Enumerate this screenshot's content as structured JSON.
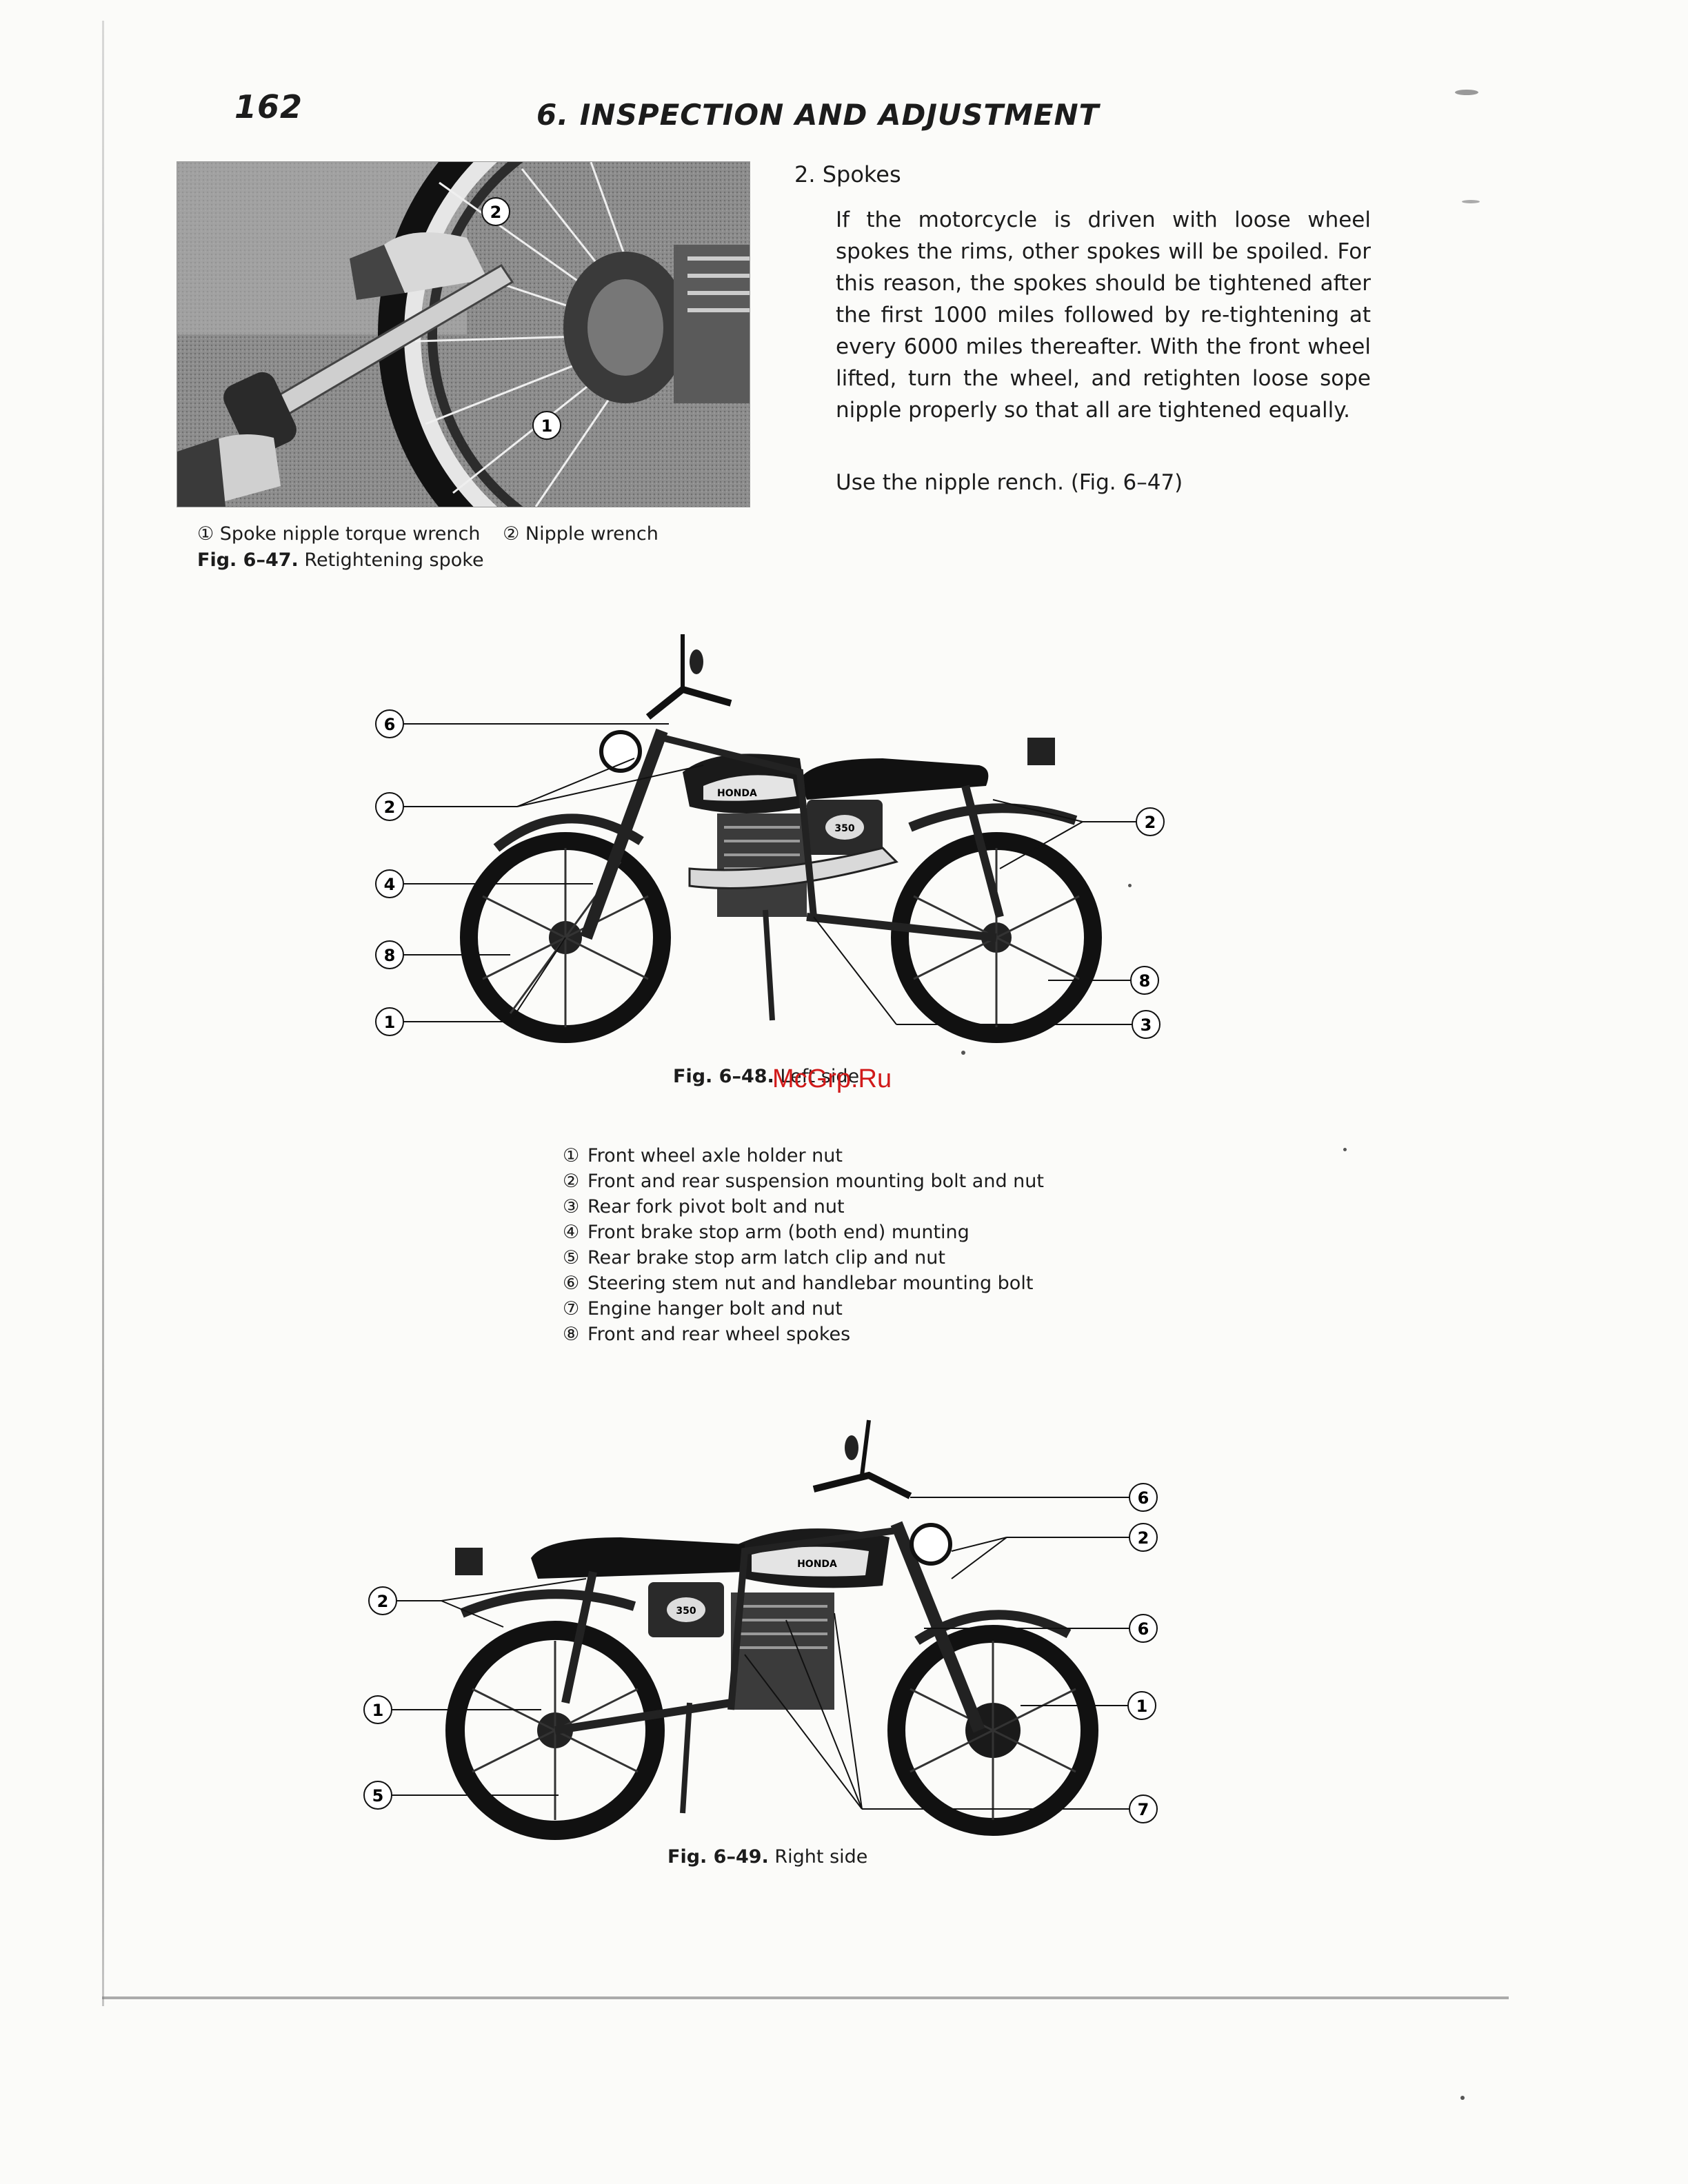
{
  "header": {
    "page_number": "162",
    "chapter_title": "6.   INSPECTION AND ADJUSTMENT"
  },
  "photo": {
    "callout_1": "1",
    "callout_2": "2",
    "legend_1": "① Spoke nipple torque wrench",
    "legend_2": "② Nipple wrench",
    "fig_label": "Fig. 6–47.",
    "fig_title": "Retightening spoke"
  },
  "section": {
    "heading": "2.  Spokes",
    "paragraph": "If the motorcycle is driven with loose wheel spokes the rims, other spokes will be spoiled. For this reason, the spokes should be tightened after the first 1000 miles followed by re-tightening at every 6000 miles thereafter. With the front wheel lifted, turn the wheel, and retighten loose sope nipple properly so that all are tightened equally.",
    "instruction": "Use the nipple rench.    (Fig. 6–47)"
  },
  "fig48": {
    "fig_label": "Fig. 6–48.",
    "fig_title": "Left side",
    "tank_badge": "HONDA",
    "panel_badge": "350",
    "callouts_left": [
      "6",
      "2",
      "4",
      "8",
      "1"
    ],
    "callouts_right": [
      "2",
      "8",
      "3"
    ]
  },
  "legend_list": [
    {
      "num": "①",
      "text": "Front wheel axle holder nut"
    },
    {
      "num": "②",
      "text": "Front and rear suspension mounting bolt and nut"
    },
    {
      "num": "③",
      "text": "Rear fork pivot bolt and nut"
    },
    {
      "num": "④",
      "text": "Front brake stop arm (both end) munting"
    },
    {
      "num": "⑤",
      "text": "Rear brake stop arm latch clip and nut"
    },
    {
      "num": "⑥",
      "text": "Steering stem nut and handlebar mounting bolt"
    },
    {
      "num": "⑦",
      "text": "Engine hanger bolt and nut"
    },
    {
      "num": "⑧",
      "text": "Front and rear wheel spokes"
    }
  ],
  "fig49": {
    "fig_label": "Fig. 6–49.",
    "fig_title": "Right side",
    "tank_badge": "HONDA",
    "panel_badge": "350",
    "callouts_left": [
      "2",
      "1",
      "5"
    ],
    "callouts_right": [
      "6",
      "2",
      "6",
      "1",
      "7"
    ]
  },
  "watermark": "McGrp.Ru"
}
